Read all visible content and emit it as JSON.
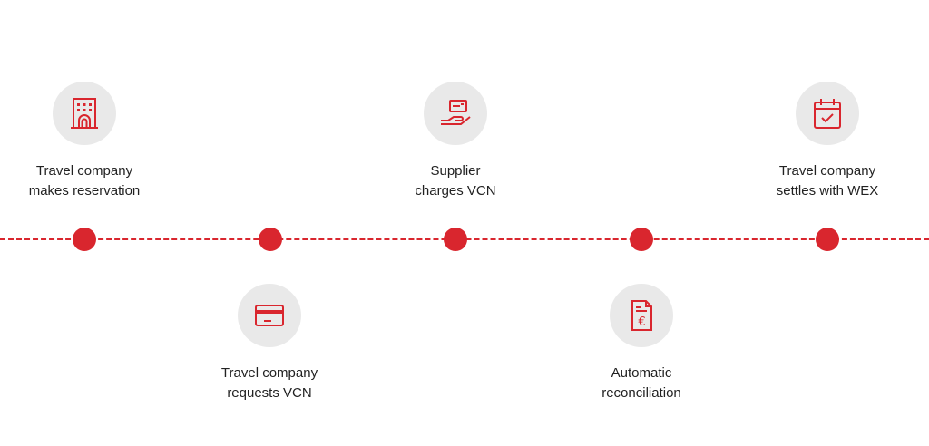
{
  "accent_color": "#d9262e",
  "steps": [
    {
      "icon": "hotel-building-icon",
      "line1": "Travel company",
      "line2": "makes reservation",
      "position": "above"
    },
    {
      "icon": "credit-card-icon",
      "line1": "Travel company",
      "line2": "requests VCN",
      "position": "below"
    },
    {
      "icon": "card-in-hand-icon",
      "line1": "Supplier",
      "line2": "charges VCN",
      "position": "above"
    },
    {
      "icon": "euro-document-icon",
      "line1": "Automatic",
      "line2": "reconciliation",
      "position": "below"
    },
    {
      "icon": "calendar-check-icon",
      "line1": "Travel company",
      "line2": "settles with WEX",
      "position": "above"
    }
  ]
}
